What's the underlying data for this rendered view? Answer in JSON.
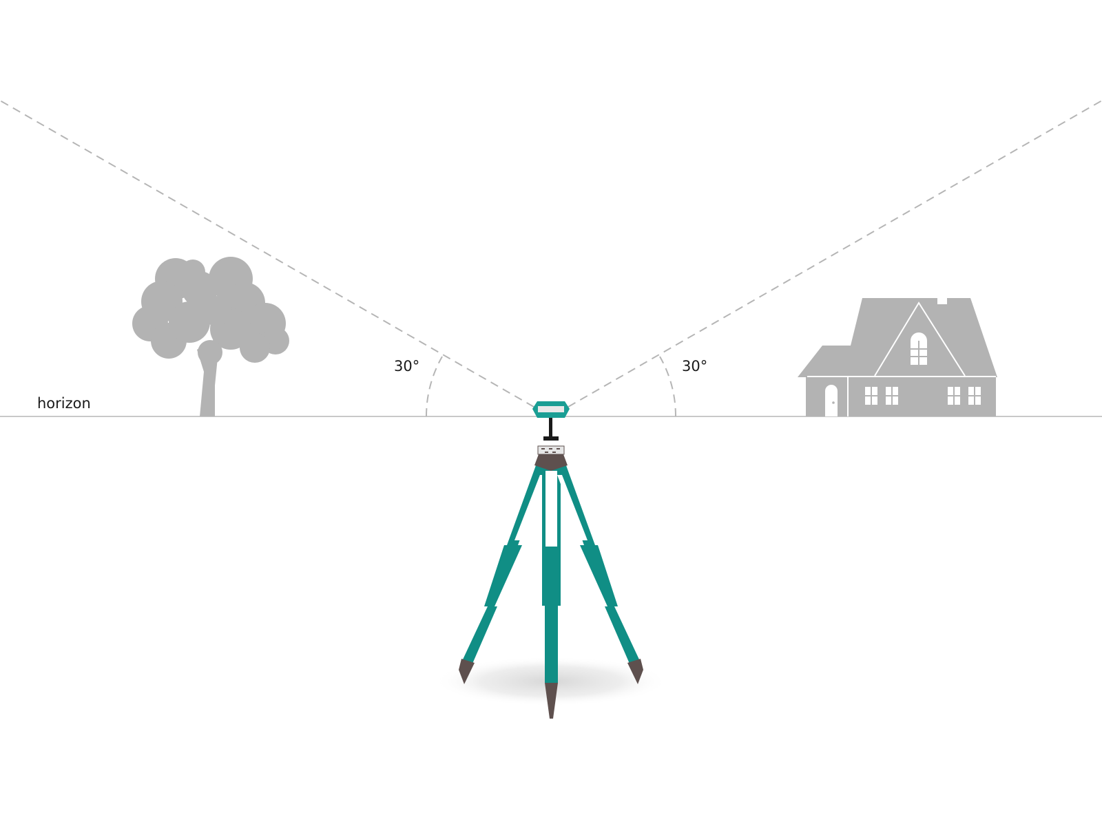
{
  "labels": {
    "horizon": "horizon",
    "angle_left": "30°",
    "angle_right": "30°"
  },
  "diagram": {
    "elevation_mask_deg": 30,
    "colors": {
      "background": "#ffffff",
      "horizon_line": "#c8c8c8",
      "sight_lines": "#b5b5b5",
      "silhouette": "#b3b3b3",
      "tripod_teal": "#108e85",
      "tripod_brown": "#5e504e",
      "receiver_teal": "#1a9e94",
      "mount_black": "#1a1a1a"
    },
    "icons": [
      "tree-silhouette",
      "house-silhouette",
      "gnss-receiver",
      "tripod"
    ]
  }
}
